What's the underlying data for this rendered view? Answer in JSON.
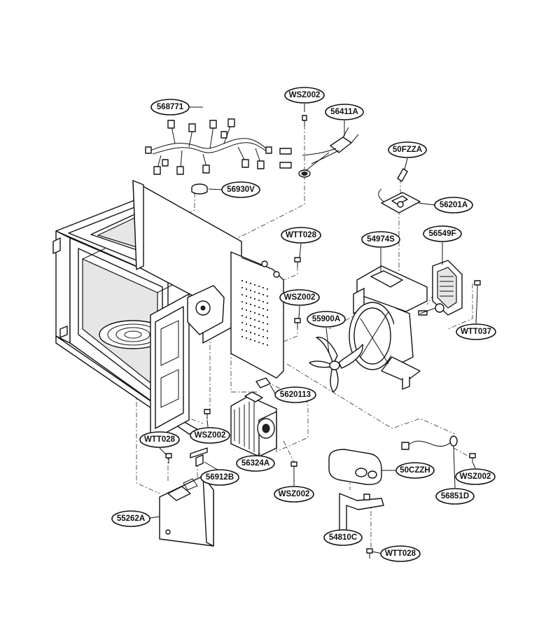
{
  "callouts": [
    {
      "id": "c568771",
      "label": "568771"
    },
    {
      "id": "cwsz002a",
      "label": "WSZ002"
    },
    {
      "id": "c56411a",
      "label": "56411A"
    },
    {
      "id": "c50fzza",
      "label": "50FZZA"
    },
    {
      "id": "c56930v",
      "label": "56930V"
    },
    {
      "id": "c56201a",
      "label": "56201A"
    },
    {
      "id": "cwtt028a",
      "label": "WTT028"
    },
    {
      "id": "c54974s",
      "label": "54974S"
    },
    {
      "id": "c56549f",
      "label": "56549F"
    },
    {
      "id": "cwsz002b",
      "label": "WSZ002"
    },
    {
      "id": "c55900a",
      "label": "55900A"
    },
    {
      "id": "cwtt037",
      "label": "WTT037"
    },
    {
      "id": "c5620113",
      "label": "5620113"
    },
    {
      "id": "cwtt028b",
      "label": "WTT028"
    },
    {
      "id": "cwsz002c",
      "label": "WSZ002"
    },
    {
      "id": "c50czzh",
      "label": "50CZZH"
    },
    {
      "id": "c56912b",
      "label": "56912B"
    },
    {
      "id": "c56324a",
      "label": "56324A"
    },
    {
      "id": "cwsz002d",
      "label": "WSZ002"
    },
    {
      "id": "cwsz002e",
      "label": "WSZ002"
    },
    {
      "id": "c56851d",
      "label": "56851D"
    },
    {
      "id": "c55262a",
      "label": "55262A"
    },
    {
      "id": "c54810c",
      "label": "54810C"
    },
    {
      "id": "cwtt028c",
      "label": "WTT028"
    }
  ]
}
